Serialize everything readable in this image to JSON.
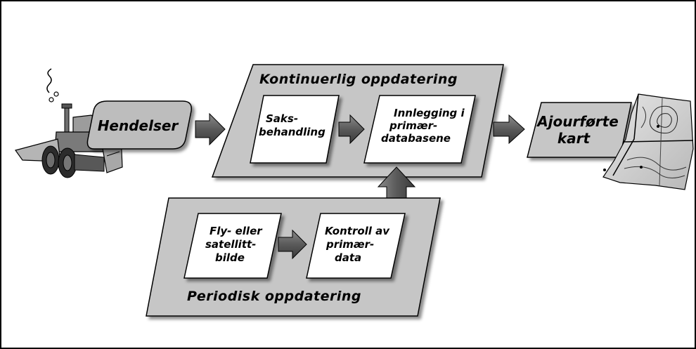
{
  "diagram": {
    "events_label": "Hendelser",
    "continuous_title": "Kontinuerlig oppdatering",
    "casework_lines": [
      "Saks-",
      "behandling"
    ],
    "entry_lines": [
      "Innlegging i",
      "primær-",
      "databasene"
    ],
    "updated_maps_lines": [
      "Ajourførte",
      "kart"
    ],
    "photo_lines": [
      "Fly- eller",
      "satellitt-",
      "bilde"
    ],
    "control_lines": [
      "Kontroll av",
      "primær-",
      "data"
    ],
    "periodic_title": "Periodisk oppdatering",
    "icons": [
      "bulldozer-icon",
      "map-icon"
    ]
  }
}
